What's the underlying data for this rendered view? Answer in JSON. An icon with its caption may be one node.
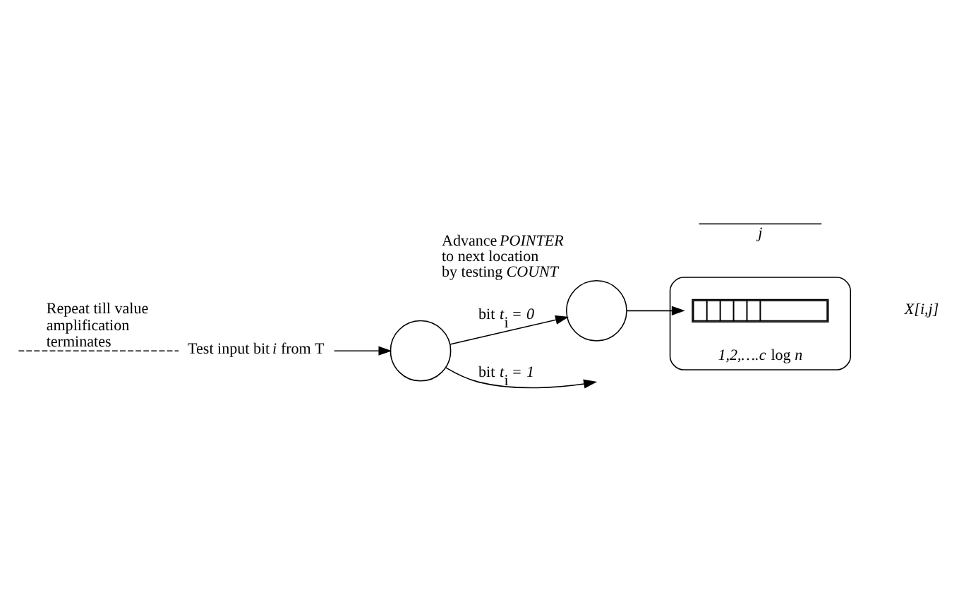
{
  "diagram": {
    "nodes": [
      {
        "text": [
          "Test input bit *i* from T"
        ]
      },
      {
        "text": [],
        "shape": "circle"
      },
      {
        "text": [],
        "shape": "circle",
        "beside": [
          "Advance *POINTER* to next location by testing *COUNT*"
        ]
      },
      {
        "text": [
          "*1,2,….c* log *n*"
        ],
        "beside": [
          "*X[i,j]*"
        ]
      },
      {
        "text": [],
        "shape": "bar",
        "in": 3
      }
    ],
    "edges": [
      {
        "from": 0,
        "to": 1,
        "arrow": "to"
      },
      {
        "from": 1,
        "to": 2,
        "label": "bit *t*$_{i}$ = *0*",
        "arrow": "to"
      },
      {
        "from": 2,
        "to": 4,
        "arrow": "to"
      },
      {
        "from": 1,
        "to": null,
        "label": "bit *t*$_{i}$ = *1*",
        "arrow": "to"
      },
      {
        "from": null,
        "to": 0,
        "label": "Repeat till value amplification terminates",
        "arrow": "none",
        "style": "dashed"
      }
    ],
    "labels": [
      "*j*"
    ]
  }
}
